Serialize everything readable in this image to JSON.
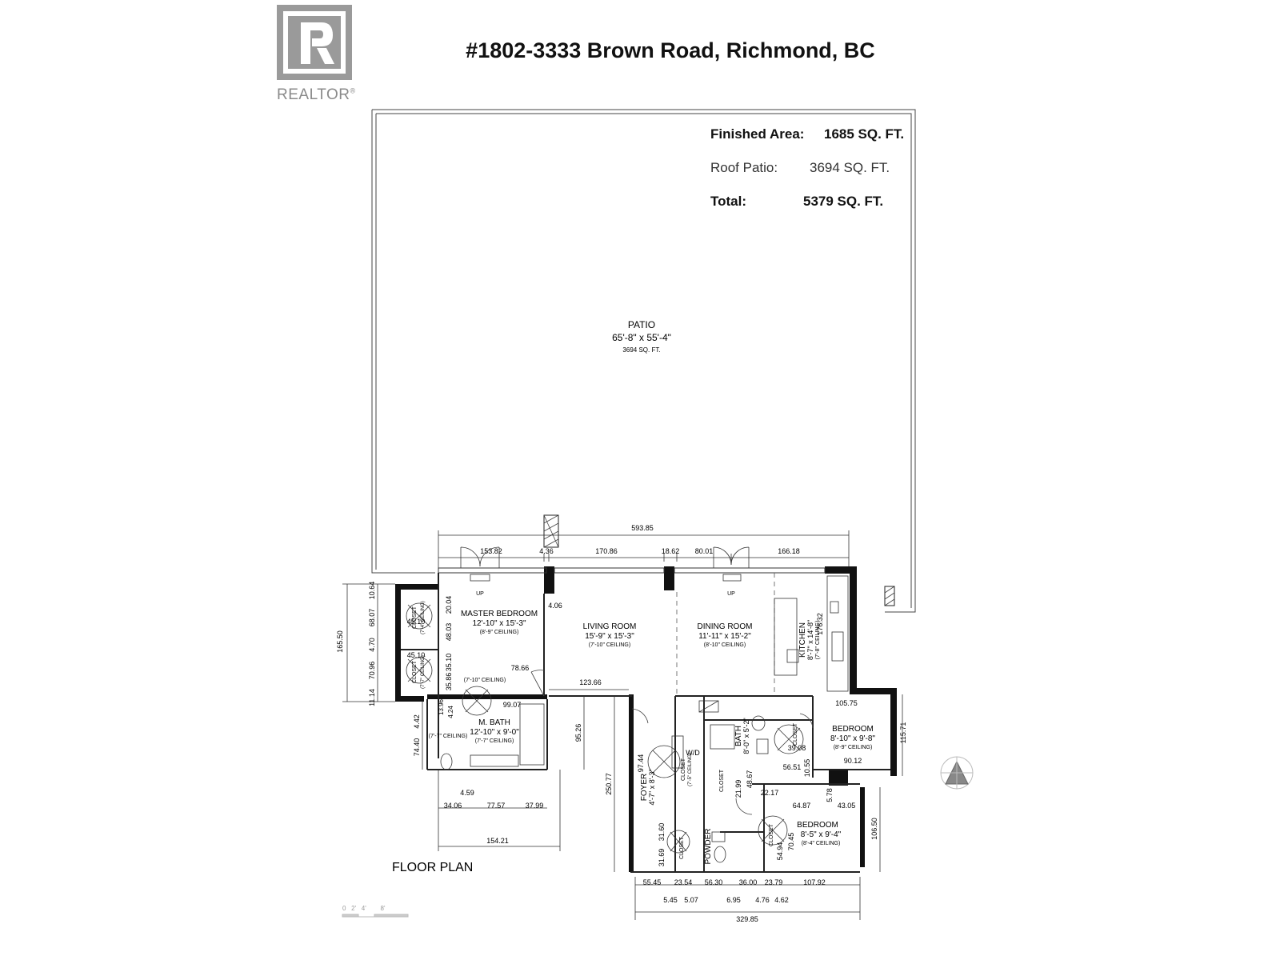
{
  "header": {
    "title": "#1802-3333 Brown Road, Richmond, BC",
    "logo_text": "REALTOR",
    "logo_trademark": "®"
  },
  "areas": {
    "finished_label": "Finished Area:",
    "finished_value": "1685 SQ. FT.",
    "roof_label": "Roof Patio:",
    "roof_value": "3694 SQ. FT.",
    "total_label": "Total:",
    "total_value": "5379 SQ. FT."
  },
  "rooms": {
    "patio": {
      "name": "PATIO",
      "dim": "65'-8\" x 55'-4\"",
      "area": "3694 SQ. FT."
    },
    "master_bedroom": {
      "name": "MASTER BEDROOM",
      "dim": "12'-10\" x 15'-3\"",
      "ceiling": "(8'-9\" CEILING)"
    },
    "living_room": {
      "name": "LIVING ROOM",
      "dim": "15'-9\" x 15'-3\"",
      "ceiling": "(7'-10\" CEILING)"
    },
    "dining_room": {
      "name": "DINING ROOM",
      "dim": "11'-11\" x 15'-2\"",
      "ceiling": "(8'-10\" CEILING)"
    },
    "kitchen": {
      "name": "KITCHEN",
      "dim": "8'-7\" x 14'-8\"",
      "ceiling": "(7'-8\" CEILING)"
    },
    "m_bath": {
      "name": "M. BATH",
      "dim": "12'-10\" x 9'-0\"",
      "ceiling": "(7'-7\" CEILING)"
    },
    "bedroom2": {
      "name": "BEDROOM",
      "dim": "8'-10\" x 9'-8\"",
      "ceiling": "(8'-9\" CEILING)"
    },
    "bedroom3": {
      "name": "BEDROOM",
      "dim": "8'-5\" x 9'-4\"",
      "ceiling": "(8'-4\" CEILING)"
    },
    "bath": {
      "name": "BATH",
      "dim": "8'-0\" x 5'-2\""
    },
    "foyer": {
      "name": "FOYER",
      "dim": "4'-7\" x 8'-3\""
    },
    "powder": {
      "name": "POWDER"
    },
    "wd": {
      "name": "W/D"
    },
    "closet": {
      "name": "CLOSET"
    },
    "up": {
      "name": "UP"
    },
    "ceiling_small": "(7'-7\" CEILING)",
    "ceiling_closet": "(7'-5\" CEILING)",
    "ceiling_mbr_closet": "(7'-10\" CEILING)",
    "ceiling_mbr_closet2": "(7'-4\" CEILING)"
  },
  "dimensions": {
    "top_overall": "593.85",
    "top_1": "153.82",
    "top_2": "4.36",
    "top_3": "170.86",
    "top_4": "18.62",
    "top_5": "80.01",
    "top_6": "166.18",
    "left_overall": "165.50",
    "left_1": "10.64",
    "left_2": "68.07",
    "left_3": "4.70",
    "left_4": "70.96",
    "left_5": "11.14",
    "left_6": "4.42",
    "left_7": "74.40",
    "mbr_1": "20.04",
    "mbr_2": "48.03",
    "mbr_3": "35.10",
    "mbr_4": "35.86",
    "mbr_5": "78.66",
    "mbr_6": "4.06",
    "closet_1": "45.10",
    "closet_2": "45.10",
    "mbath_1": "99.07",
    "mbath_2": "13.96",
    "mbath_3": "4.24",
    "living_1": "123.66",
    "living_2": "95.26",
    "living_3": "250.77",
    "bottom_a1": "34.06",
    "bottom_a2": "77.57",
    "bottom_a3": "37.99",
    "bottom_a4": "4.59",
    "bottom_a_overall": "154.21",
    "bottom_1": "55.45",
    "bottom_2": "23.54",
    "bottom_3": "56.30",
    "bottom_4": "36.00",
    "bottom_5": "23.79",
    "bottom_6": "107.92",
    "bottom_s1": "5.45",
    "bottom_s2": "5.07",
    "bottom_s3": "6.95",
    "bottom_s4": "4.76",
    "bottom_s5": "4.62",
    "bottom_overall": "329.85",
    "foyer_1": "97.44",
    "foyer_2": "31.69",
    "foyer_3": "31.60",
    "bath_1": "48.67",
    "bath_2": "21.99",
    "bath_3": "22.17",
    "bed2_1": "105.75",
    "bed2_2": "115.71",
    "bed2_3": "90.12",
    "bed2_4": "56.51",
    "bed2_5": "10.55",
    "bed2_6": "39.08",
    "bed3_1": "64.87",
    "bed3_2": "43.05",
    "bed3_3": "106.50",
    "bed3_4": "5.78",
    "bed3_5": "54.94",
    "bed3_6": "70.45",
    "kitchen_1": "176.32"
  },
  "footer": {
    "floor_plan": "FLOOR PLAN",
    "scale": "0   2'   4'        8'"
  }
}
